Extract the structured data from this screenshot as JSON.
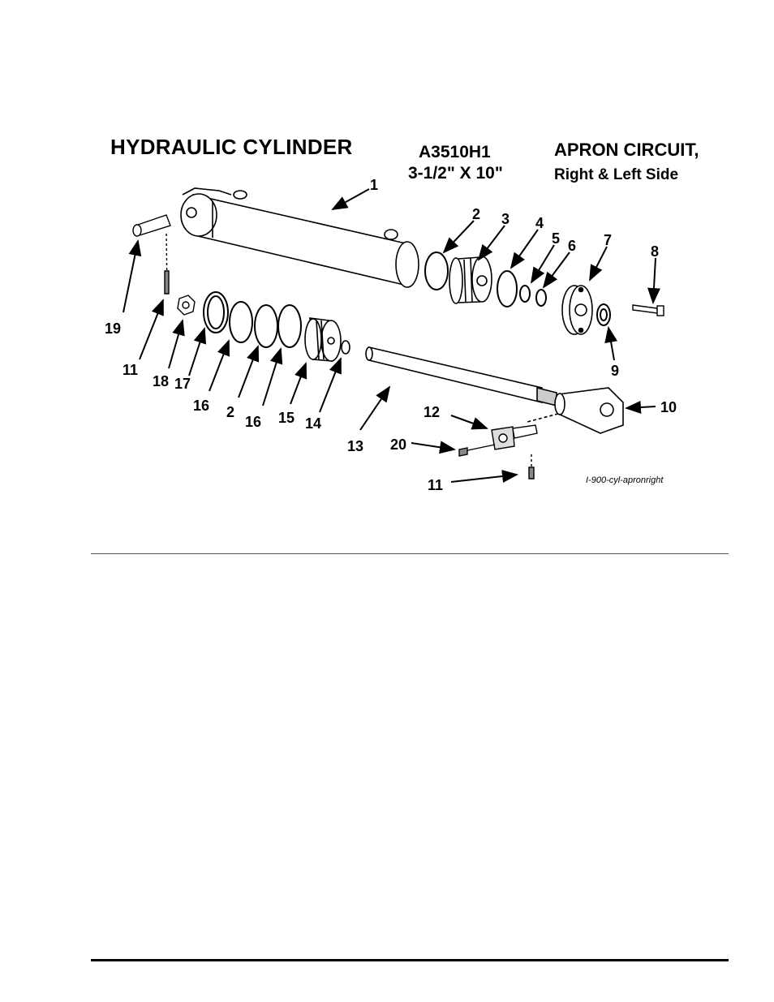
{
  "header": {
    "title": "HYDRAULIC CYLINDER",
    "model": "A3510H1",
    "size": "3-1/2\" X 10\"",
    "circuit": "APRON CIRCUIT,",
    "side": "Right & Left Side"
  },
  "figure": {
    "file_ref": "I-900-cyl-apronright",
    "callouts": [
      "1",
      "2",
      "3",
      "4",
      "5",
      "6",
      "7",
      "8",
      "9",
      "10",
      "11",
      "12",
      "13",
      "14",
      "15",
      "16",
      "17",
      "18",
      "19",
      "20",
      "11",
      "2",
      "16"
    ]
  }
}
